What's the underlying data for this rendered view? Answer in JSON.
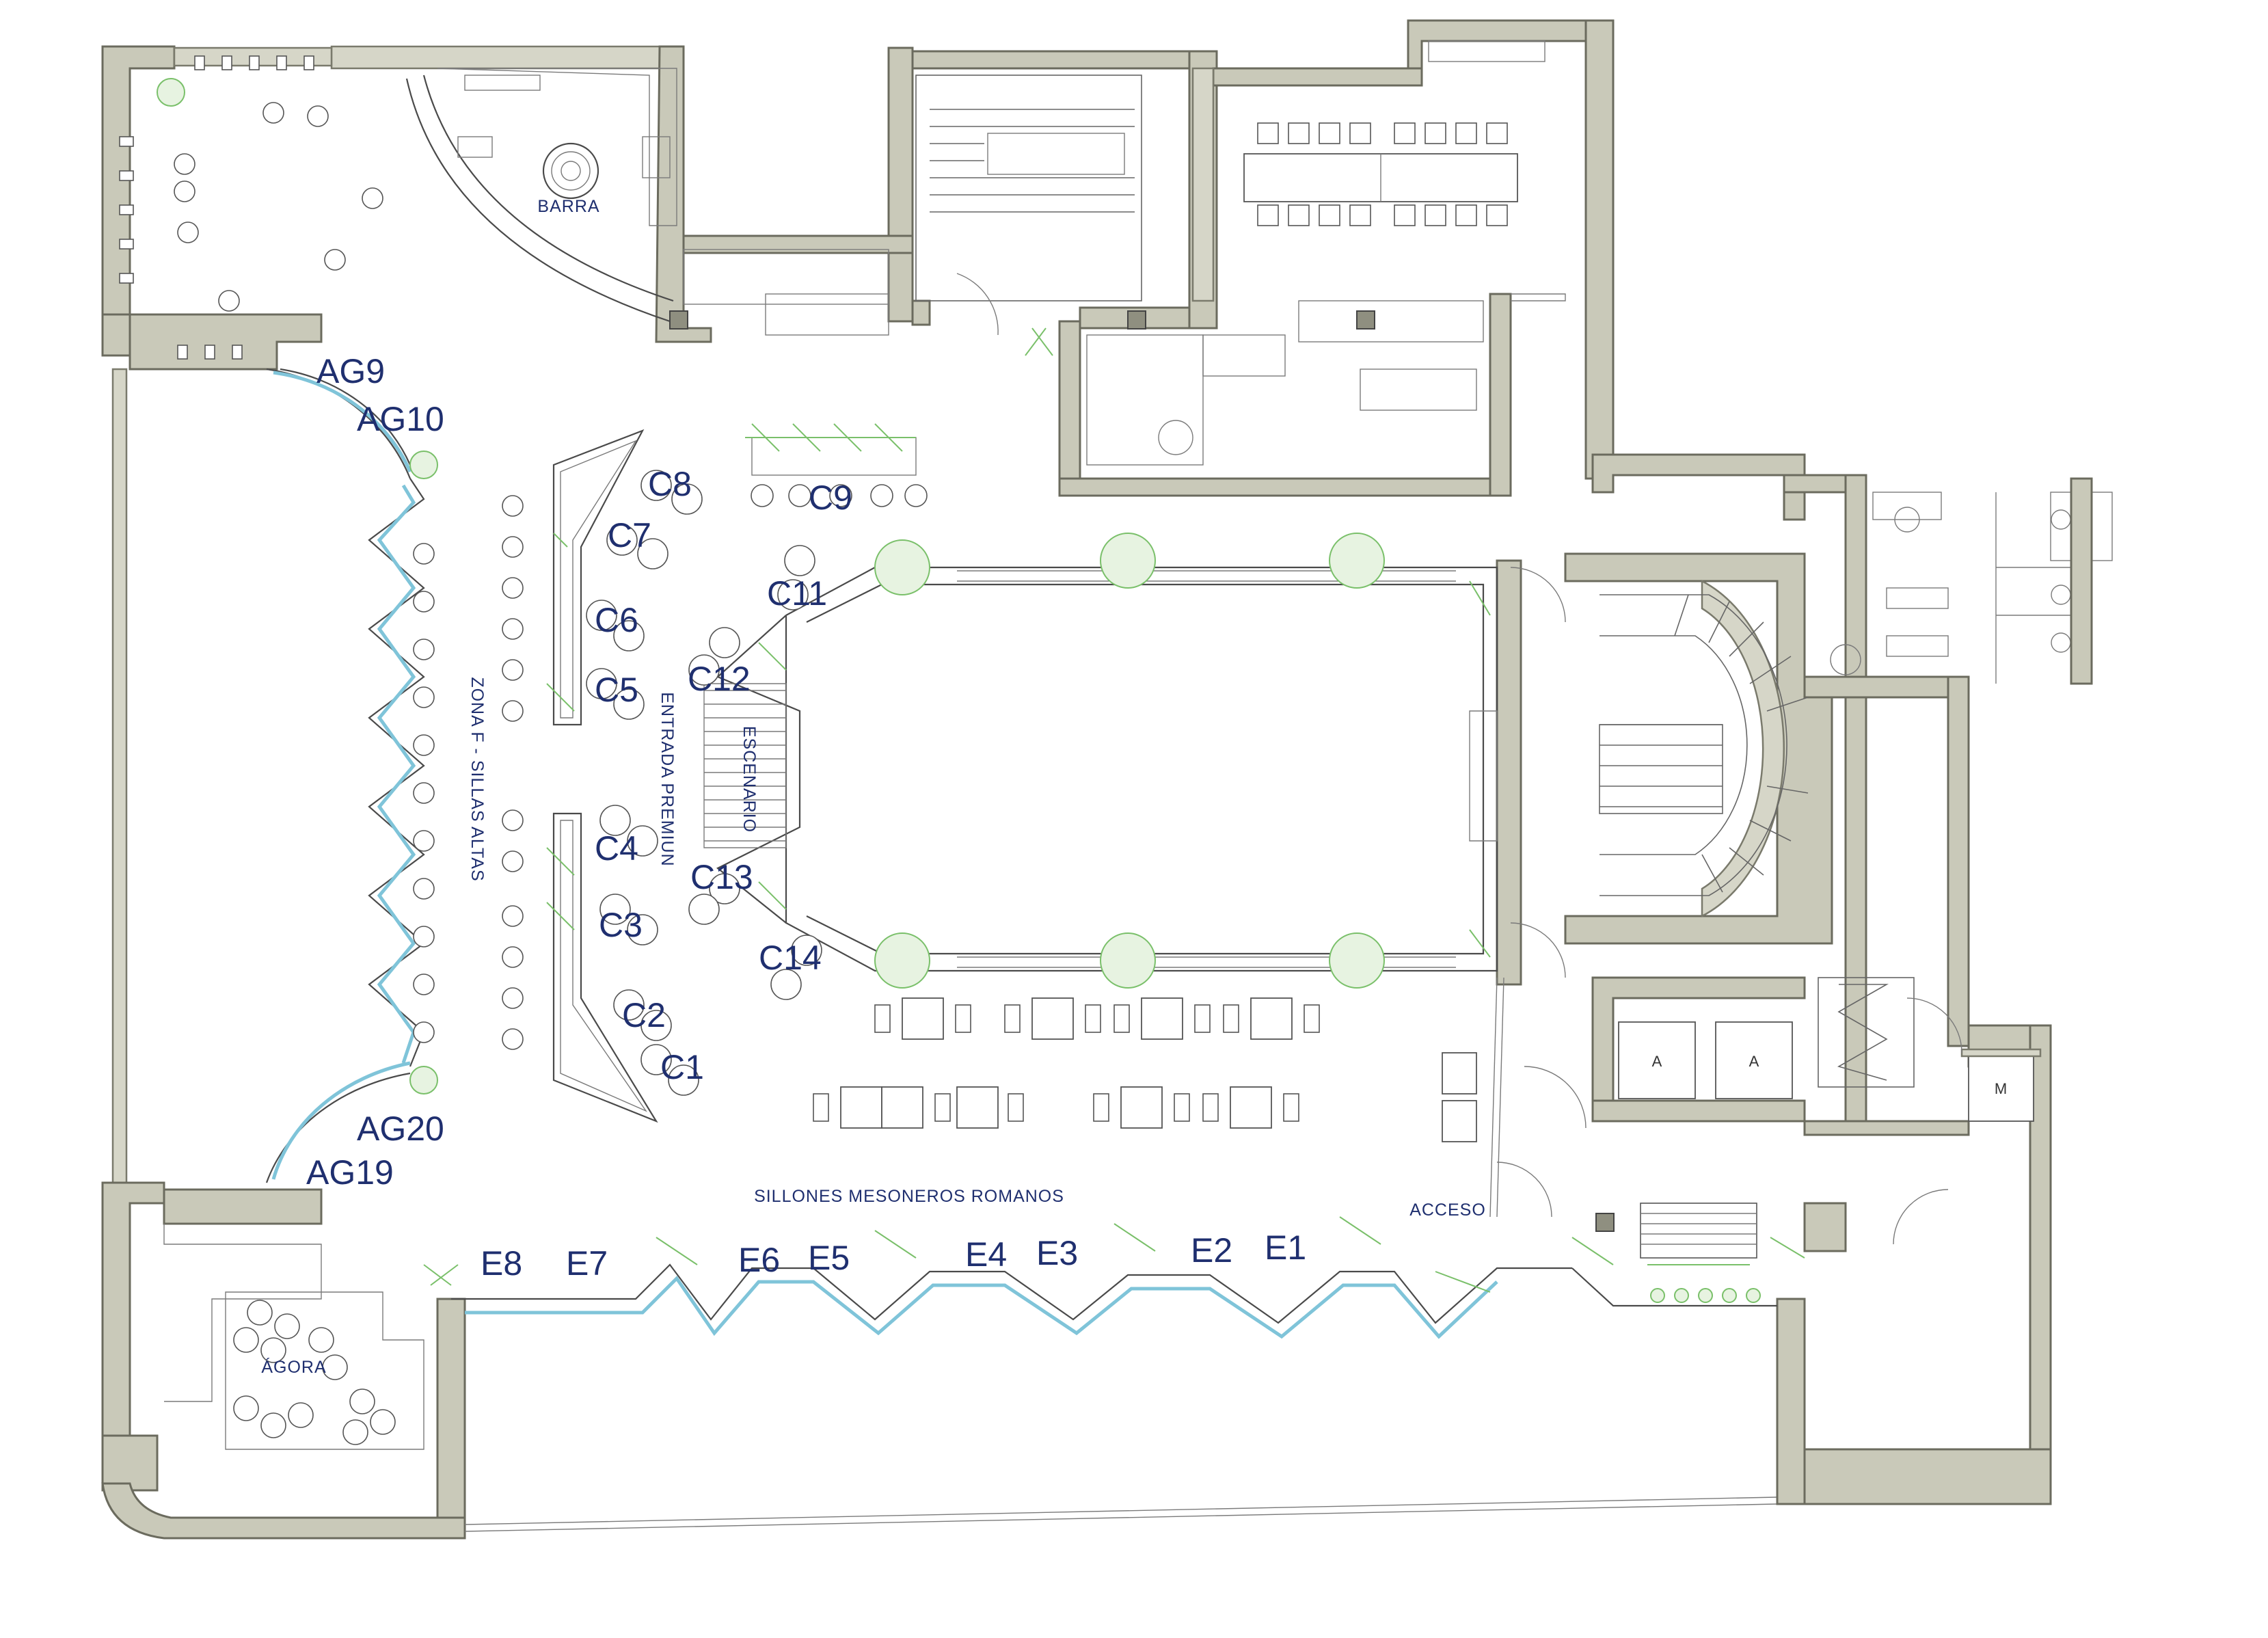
{
  "zones": {
    "barra": "BARRA",
    "zona_f": "ZONA F - SILLAS ALTAS",
    "entrada_premium": "ENTRADA PREMIUN",
    "escenario": "ESCENARIO",
    "sillones": "SILLONES MESONEROS ROMANOS",
    "acceso": "ACCESO",
    "agora": "ÁGORA"
  },
  "elevators": [
    "A",
    "A",
    "M"
  ],
  "table_labels": {
    "ag9": "AG9",
    "ag10": "AG10",
    "ag19": "AG19",
    "ag20": "AG20",
    "c1": "C1",
    "c2": "C2",
    "c3": "C3",
    "c4": "C4",
    "c5": "C5",
    "c6": "C6",
    "c7": "C7",
    "c8": "C8",
    "c9": "C9",
    "c11": "C11",
    "c12": "C12",
    "c13": "C13",
    "c14": "C14",
    "e1": "E1",
    "e2": "E2",
    "e3": "E3",
    "e4": "E4",
    "e5": "E5",
    "e6": "E6",
    "e7": "E7",
    "e8": "E8"
  },
  "colors": {
    "label": "#1f2f6f",
    "wall": "#c9c9b9",
    "glass": "#7fc4d9",
    "plant": "#7ac06a"
  }
}
